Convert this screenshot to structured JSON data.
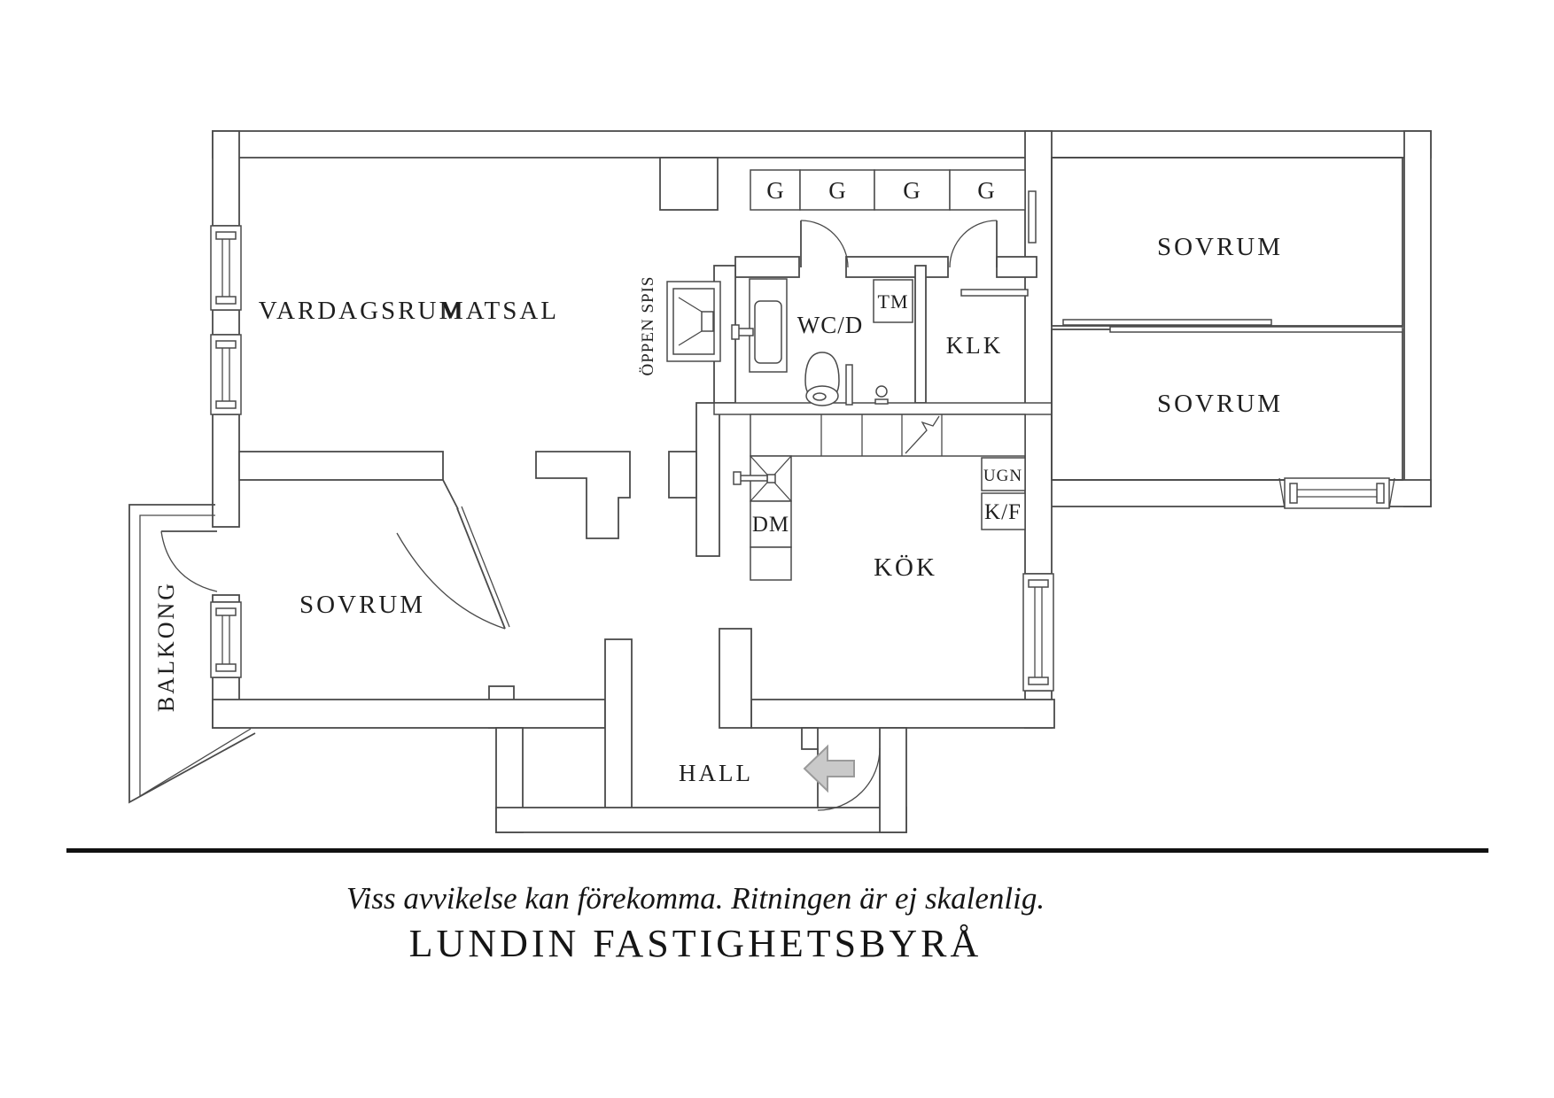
{
  "rooms": {
    "vardagsrum": "VARDAGSRUM",
    "matsal": "MATSAL",
    "sovrum_top_right": "SOVRUM",
    "sovrum_bottom_right": "SOVRUM",
    "sovrum_left": "SOVRUM",
    "wc": "WC/D",
    "klk": "KLK",
    "kok": "KÖK",
    "hall": "HALL",
    "balkong": "BALKONG",
    "oppen_spis": "ÖPPEN SPIS"
  },
  "fixtures": {
    "wardrobes": [
      "G",
      "G",
      "G",
      "G"
    ],
    "tm": "TM",
    "dm": "DM",
    "ugn": "UGN",
    "kf": "K/F"
  },
  "footer": {
    "disclaimer": "Viss avvikelse kan förekomma. Ritningen är ej skalenlig.",
    "brand": "LUNDIN FASTIGHETSBYRÅ"
  },
  "colors": {
    "line": "#4a4a4a",
    "text": "#1f1f1f",
    "arrow_fill": "#c9c9c9",
    "arrow_stroke": "#9a9a9a",
    "rule": "#111111"
  }
}
